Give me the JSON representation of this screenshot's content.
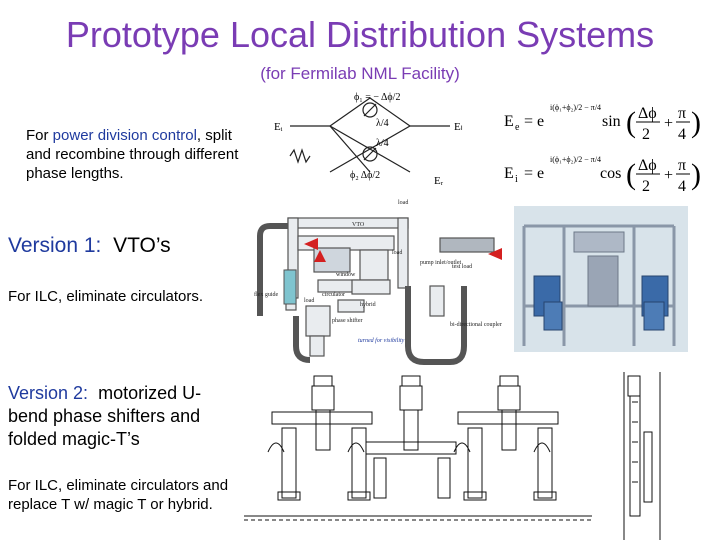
{
  "slide": {
    "title": "Prototype Local Distribution Systems",
    "subtitle": "(for Fermilab NML Facility)"
  },
  "left_text": {
    "power_div": {
      "prefix": "For ",
      "highlight": "power division control",
      "suffix": ", split and recombine through different phase lengths."
    },
    "version1": {
      "label": "Version 1:",
      "rest": "VTO’s"
    },
    "ilc1": "For ILC, eliminate circulators.",
    "version2": {
      "label": "Version 2:",
      "rest": "motorized U-bend phase shifters and folded magic-T’s"
    },
    "ilc2": "For ILC, eliminate circulators and replace T w/ magic T or hybrid."
  },
  "top_diagram": {
    "phi_top": "ϕ₁ = − Δϕ/2",
    "lambda4_top": "λ/4",
    "lambda4_bot": "λ/4",
    "phi_bot": "ϕ₂   Δϕ/2",
    "e_in": "Eᵢ",
    "e_out": "Eₗ",
    "e_r": "Eᵣ"
  },
  "equations": {
    "eq1_lhs": "E",
    "eq1_sub": "e",
    "eq1_rhs": "= e",
    "eq1_exp": "i(ϕ₁+ϕ₂)/2 − π/4",
    "eq1_fn": "sin",
    "eq1_arg_num": "Δϕ",
    "eq1_arg_den": "2",
    "eq1_pi_num": "π",
    "eq1_pi_den": "4",
    "eq2_lhs": "E",
    "eq2_sub": "i",
    "eq2_rhs": "= e",
    "eq2_exp": "i(ϕ₁+ϕ₂)/2 − π/4",
    "eq2_fn": "cos",
    "eq2_arg_num": "Δϕ",
    "eq2_arg_den": "2",
    "eq2_pi_num": "π",
    "eq2_pi_den": "4"
  },
  "vto_diagram": {
    "load_top": "load",
    "vto": "VTO",
    "load_right": "load",
    "window": "window",
    "pump": "pump\ninlet/outlet",
    "circulator": "circulator",
    "test_load": "test\nload",
    "flex_guide": "flex\nguide",
    "load_left": "load",
    "hybrid": "hybrid",
    "phase_shifter": "phase\nshifter",
    "bi_dir": "bi-directional\ncoupler",
    "turned": "turned for\nvisibility"
  },
  "colors": {
    "title": "#7a3cb4",
    "accent_blue": "#1f3a9e",
    "arrow_red": "#d42020"
  }
}
